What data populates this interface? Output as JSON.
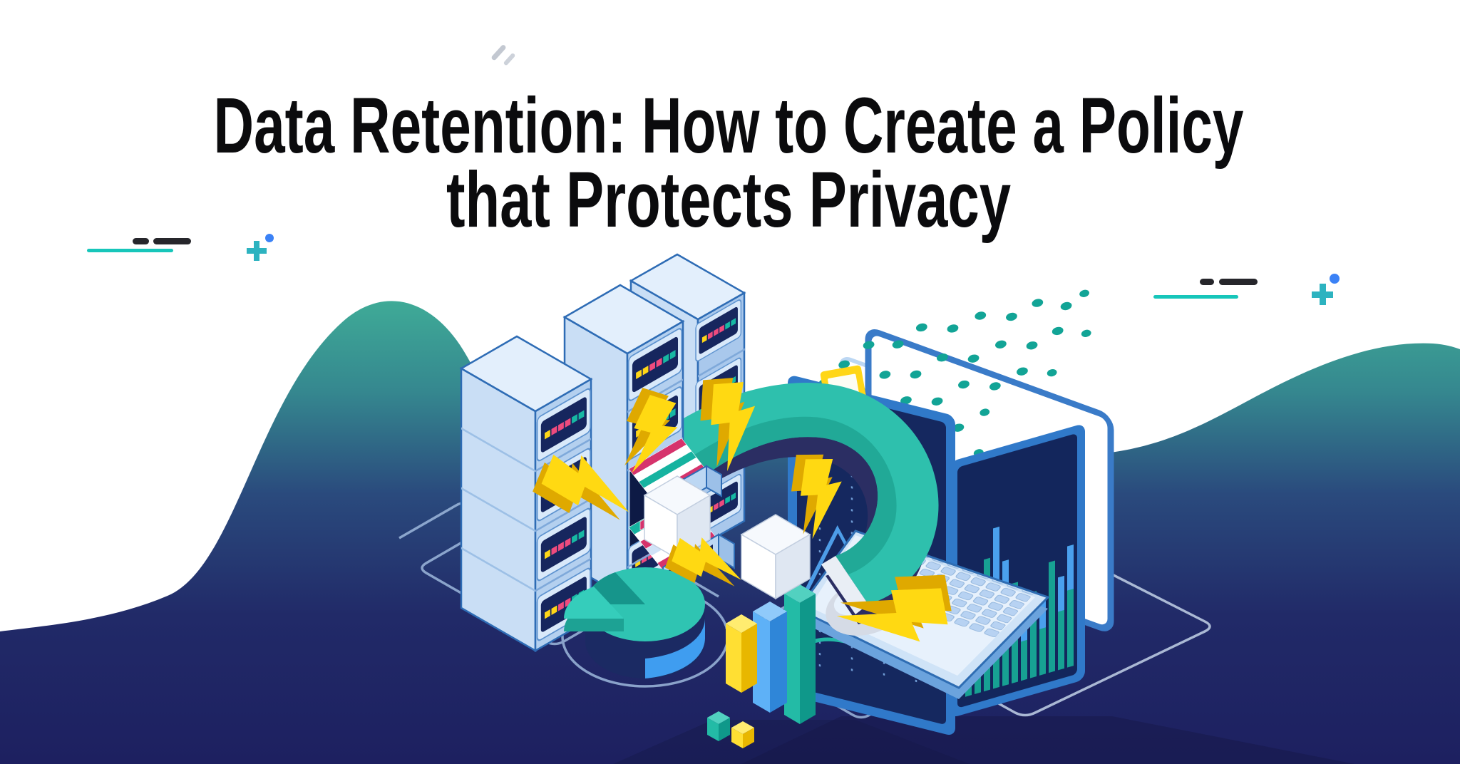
{
  "page": {
    "background_color": "#ffffff",
    "type": "blog-hero-banner"
  },
  "title": {
    "line1": "Data Retention: How to Create a Policy",
    "line2": "that Protects Privacy",
    "color": "#0b0b0d"
  },
  "decorations": {
    "left": {
      "icons": [
        "dash-short-icon",
        "dash-long-icon",
        "underline-icon",
        "plus-icon",
        "dot-icon"
      ]
    },
    "right": {
      "icons": [
        "dash-short-icon",
        "dash-long-icon",
        "underline-icon",
        "plus-icon",
        "dot-icon"
      ]
    },
    "top_center": {
      "icons": [
        "spark-icon"
      ]
    }
  },
  "illustration": {
    "description": "Isometric illustration: stacks of server racks with open file drawers full of folders, a large teal magnet pulling data cubes toward laptop screens showing bar and line charts, scattered teal data dots, yellow lightning bolts, a pie chart and 3D bar columns connected by circuit traces on a dark navy wave",
    "elements": [
      "server-rack",
      "file-drawer",
      "folders",
      "data-cube",
      "magnet",
      "monitor-line-chart",
      "window-badge",
      "data-dots-panel",
      "bar-chart-screen",
      "laptop-keyboard",
      "mouse",
      "pie-chart",
      "bar-columns",
      "lightning-bolt",
      "circuit-traces",
      "background-wave"
    ]
  },
  "colors": {
    "navy": "#1d2060",
    "teal": "#14b3a4",
    "teal_gradient_top": "#3fab97",
    "blue_accent": "#4aa0ee",
    "frame_blue": "#3079c9",
    "server_light_blue": "#c9def5",
    "yellow": "#ffd912",
    "pink": "#ee4b7e",
    "black_dash": "#26262b",
    "dot_blue": "#3b82f6",
    "dot_teal": "#12a496"
  }
}
